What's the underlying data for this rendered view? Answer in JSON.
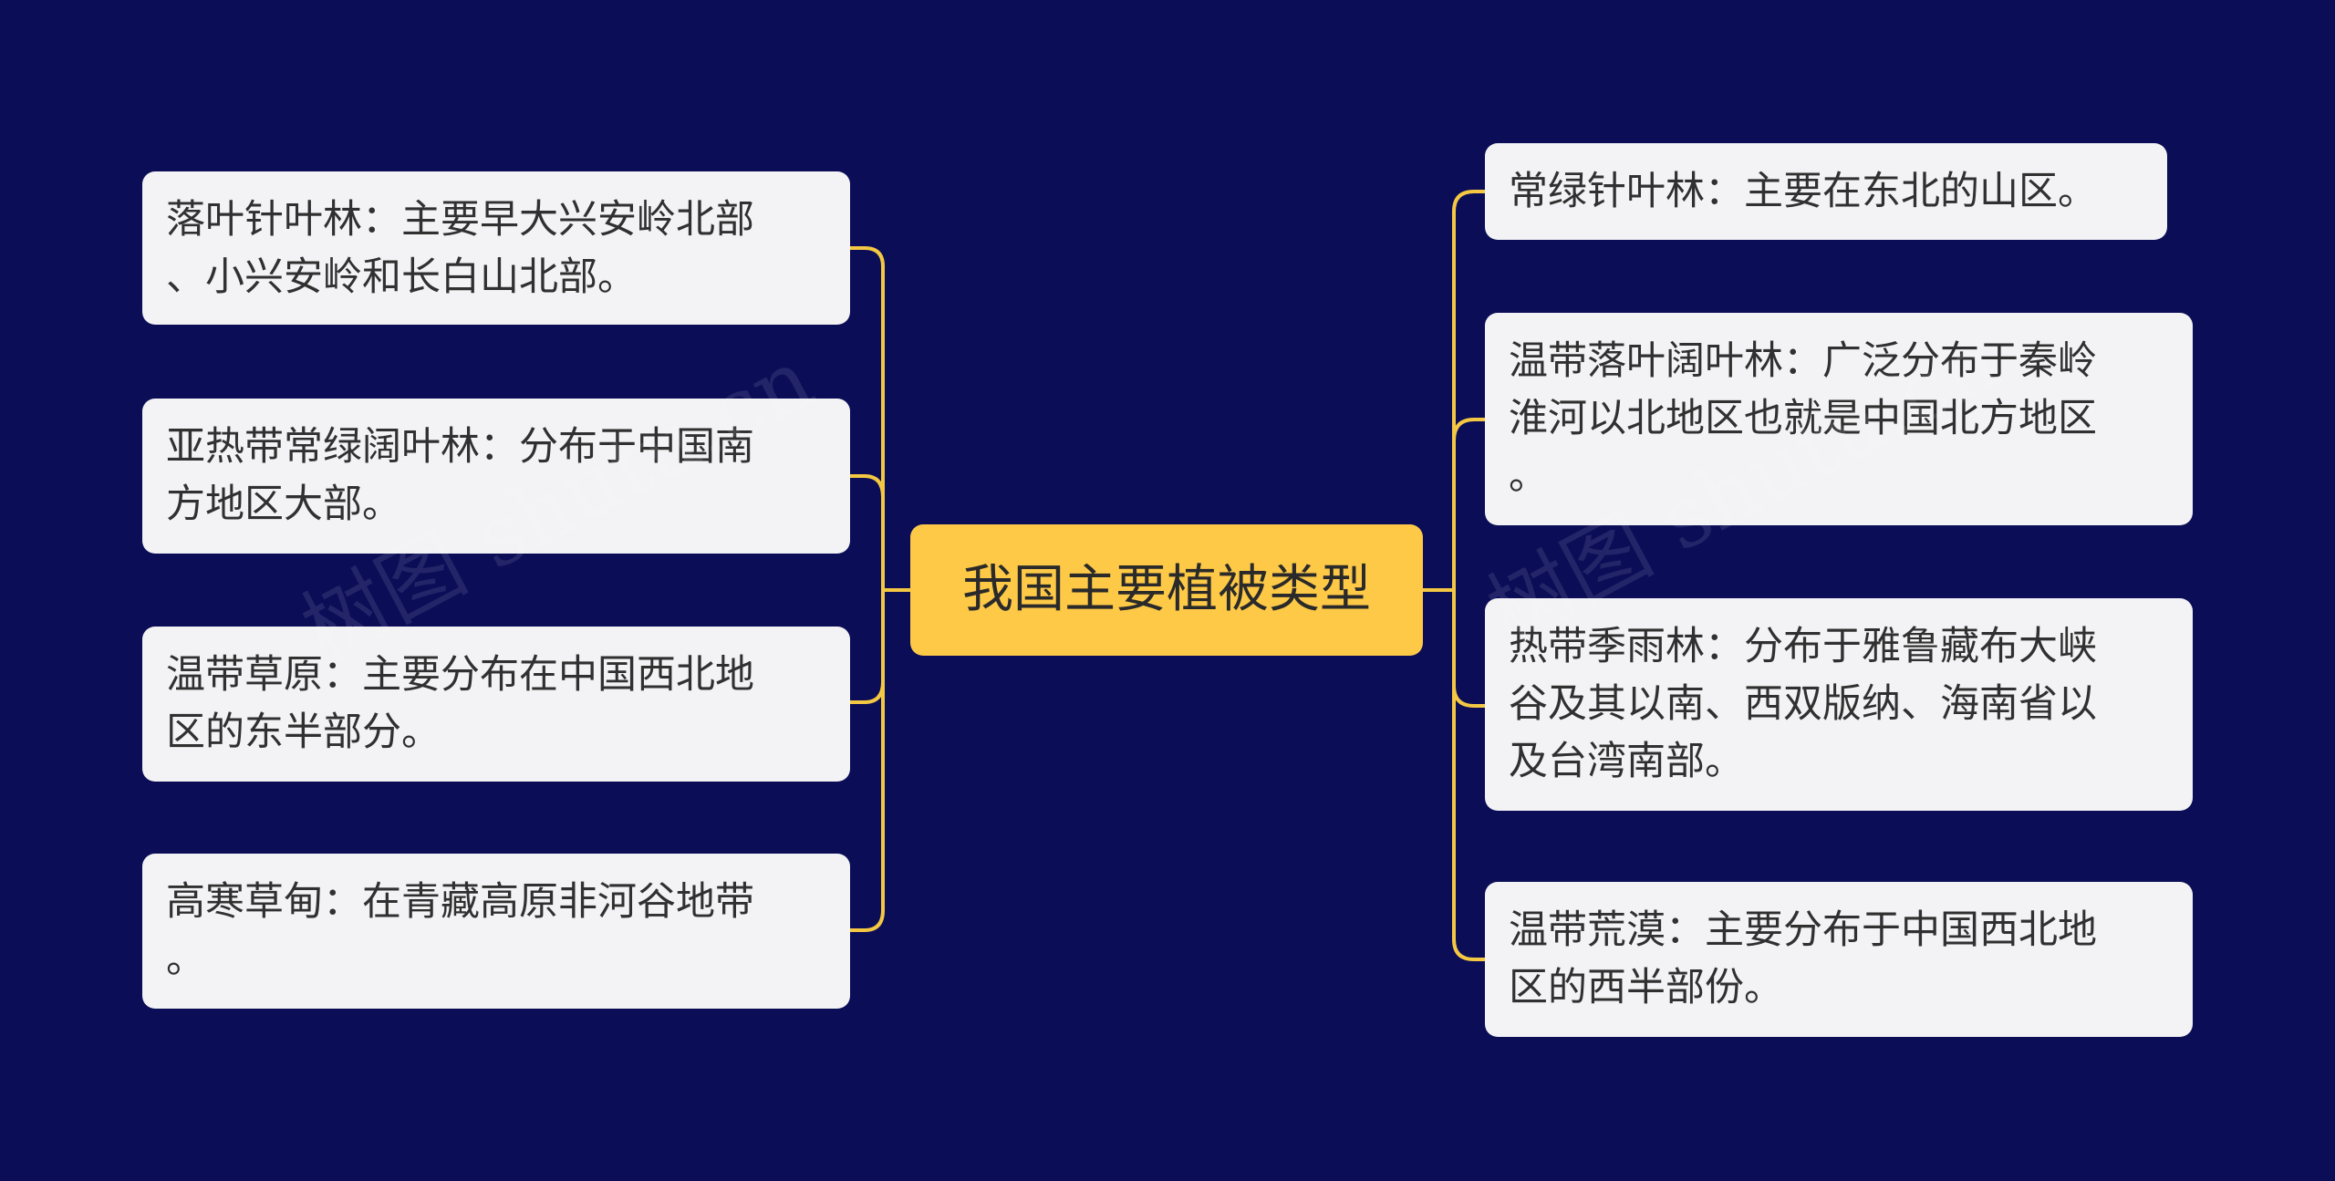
{
  "root": {
    "label": "我国主要植被类型"
  },
  "left_nodes": [
    {
      "text": "落叶针叶林：主要早大兴安岭北部\n、小兴安岭和长白山北部。"
    },
    {
      "text": "亚热带常绿阔叶林：分布于中国南\n方地区大部。"
    },
    {
      "text": "温带草原：主要分布在中国西北地\n区的东半部分。"
    },
    {
      "text": "高寒草甸：在青藏高原非河谷地带\n。"
    }
  ],
  "right_nodes": [
    {
      "text": "常绿针叶林：主要在东北的山区。"
    },
    {
      "text": "温带落叶阔叶林：广泛分布于秦岭\n淮河以北地区也就是中国北方地区\n。"
    },
    {
      "text": "热带季雨林：分布于雅鲁藏布大峡\n谷及其以南、西双版纳、海南省以\n及台湾南部。"
    },
    {
      "text": "温带荒漠：主要分布于中国西北地\n区的西半部份。"
    }
  ],
  "watermark": {
    "text": "树图 shutu.cn"
  },
  "colors": {
    "background": "#0b0d57",
    "root_fill": "#fdc947",
    "node_fill": "#f3f3f5",
    "connector": "#f4c843"
  }
}
